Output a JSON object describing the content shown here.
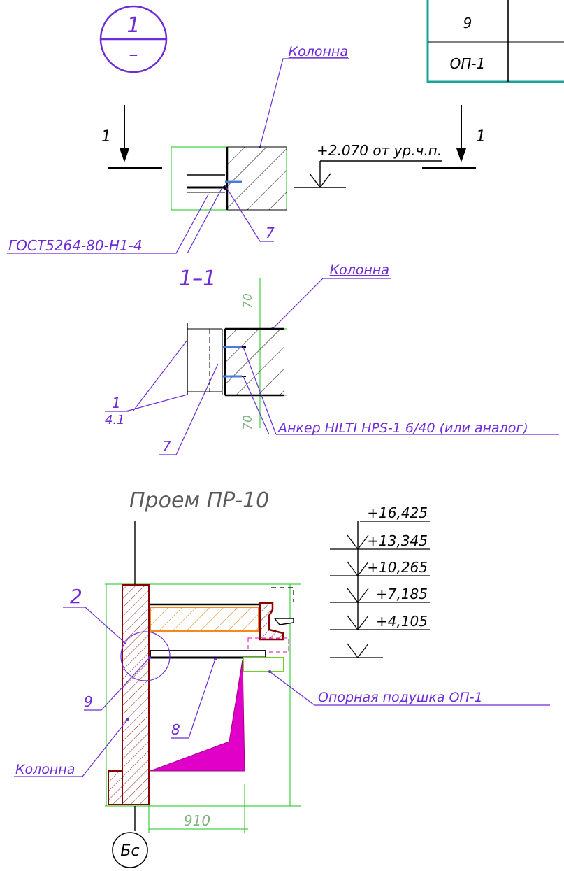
{
  "table": {
    "row1": "9",
    "row2": "ОП-1"
  },
  "section_marker": {
    "number": "1",
    "sheet": "–"
  },
  "top_view": {
    "column_label": "Колонна",
    "cut_left": "1",
    "cut_right": "1",
    "elevation": "+2.070 от ур.ч.п.",
    "gost_label": "ГОСТ5264-80-Н1-4",
    "item_7": "7"
  },
  "section_1_1": {
    "title": "1–1",
    "column_label": "Колонна",
    "dim_top": "70",
    "dim_bottom": "70",
    "ref_num": "1",
    "ref_sheet": "4.1",
    "item_7": "7",
    "anchor_label": "Анкер HILTI HPS-1 6/40 (или аналог)"
  },
  "opening": {
    "title": "Проем ПР-10",
    "elevations": [
      "+16,425",
      "+13,345",
      "+10,265",
      "+7,185",
      "+4,105"
    ],
    "node_2": "2",
    "item_9": "9",
    "item_8": "8",
    "column_label": "Колонна",
    "pad_label": "Опорная подушка ОП-1",
    "dim_910": "910",
    "axis": "Бс"
  },
  "colors": {
    "teal": "#1aa39a",
    "purple": "#6e2bd6",
    "green": "#19c419",
    "dark_red": "#8b0000",
    "orange": "#f28a1e",
    "magenta": "#e000c8",
    "lime": "#6fd21e",
    "blue": "#4a7bd6"
  }
}
